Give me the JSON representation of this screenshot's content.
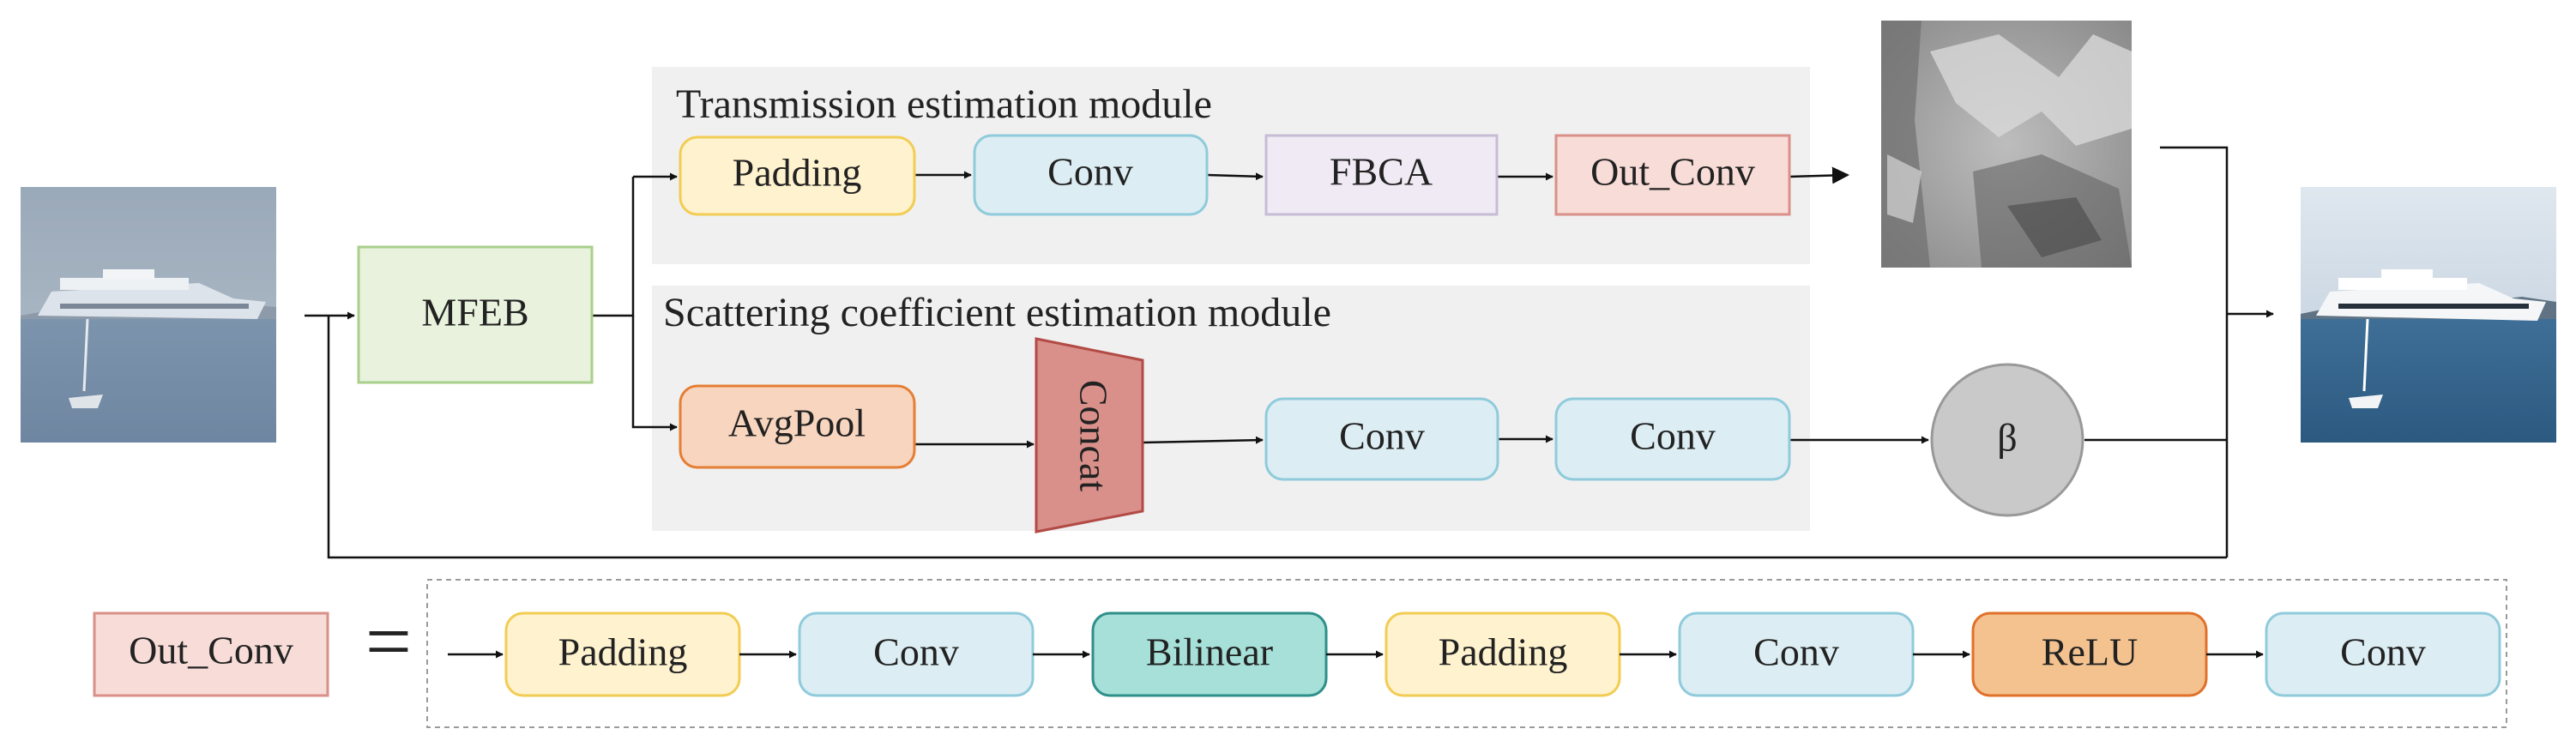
{
  "modules": {
    "transmission_title": "Transmission estimation module",
    "scattering_title": "Scattering coefficient estimation module"
  },
  "blocks": {
    "mfeb": "MFEB",
    "t_padding": "Padding",
    "t_conv": "Conv",
    "t_fbca": "FBCA",
    "t_outconv": "Out_Conv",
    "s_avgpool": "AvgPool",
    "s_concat": "Concat",
    "s_conv1": "Conv",
    "s_conv2": "Conv",
    "beta": "β"
  },
  "legend": {
    "lhs": "Out_Conv",
    "equals": "=",
    "sequence": [
      "Padding",
      "Conv",
      "Bilinear",
      "Padding",
      "Conv",
      "ReLU",
      "Conv"
    ]
  },
  "colors": {
    "padding_fill": "#fff3cf",
    "padding_stroke": "#f2cc53",
    "conv_fill": "#dcedf3",
    "conv_stroke": "#8fcbdb",
    "fbca_fill": "#efeaf3",
    "fbca_stroke": "#c7bcd6",
    "outconv_fill": "#f8dcd7",
    "outconv_stroke": "#d99089",
    "mfeb_fill": "#e8f2dc",
    "mfeb_stroke": "#a9cf8d",
    "avgpool_fill": "#f8d5bf",
    "avgpool_stroke": "#e47f35",
    "concat_fill": "#d9908a",
    "concat_stroke": "#b24a45",
    "bilinear_fill": "#a6e0d8",
    "bilinear_stroke": "#2f8f8a",
    "relu_fill": "#f3c28f",
    "relu_stroke": "#e0702a",
    "beta_fill": "#c9c9c9",
    "beta_stroke": "#999999",
    "module_bg": "#f0f0f0"
  },
  "images": {
    "hazy_input": "input-hazy-ship-image",
    "transmission_map": "transmission-map-image",
    "dehazed_output": "output-dehazed-ship-image"
  }
}
